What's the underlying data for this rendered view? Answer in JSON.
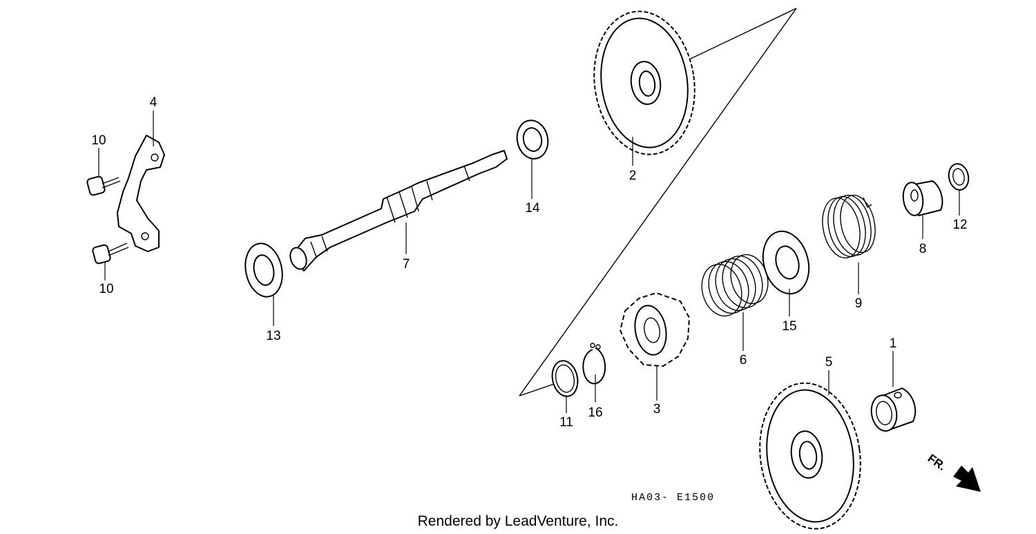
{
  "diagram": {
    "callouts": {
      "c1": "1",
      "c2": "2",
      "c3": "3",
      "c4": "4",
      "c5": "5",
      "c6": "6",
      "c7": "7",
      "c8": "8",
      "c9": "9",
      "c10a": "10",
      "c10b": "10",
      "c11": "11",
      "c12": "12",
      "c13": "13",
      "c14": "14",
      "c15": "15",
      "c16": "16"
    },
    "diagram_code": "HA03- E1500",
    "direction_label": "FR.",
    "credit": "Rendered by LeadVenture, Inc."
  },
  "colors": {
    "line": "#000000",
    "background": "#ffffff"
  },
  "icons": [
    "gear-icon",
    "shaft-icon",
    "spring-icon",
    "washer-icon",
    "bolt-icon",
    "arrow-icon"
  ]
}
